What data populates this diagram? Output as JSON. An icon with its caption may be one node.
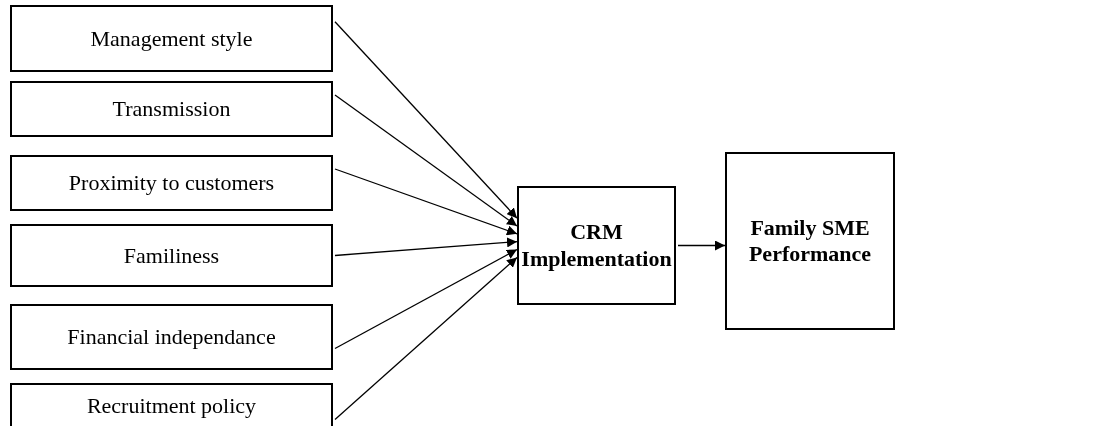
{
  "diagram": {
    "nodes": [
      {
        "text": [
          "Management style"
        ]
      },
      {
        "text": [
          "Transmission"
        ]
      },
      {
        "text": [
          "Proximity to customers"
        ]
      },
      {
        "text": [
          "Familiness"
        ]
      },
      {
        "text": [
          "Financial independance"
        ]
      },
      {
        "text": [
          "Recruitment policy"
        ]
      },
      {
        "text": [
          "CRM Implementation"
        ]
      },
      {
        "text": [
          "Family SME Performance"
        ]
      }
    ],
    "edges": [
      {
        "from": 0,
        "to": 6,
        "arrow": "to"
      },
      {
        "from": 1,
        "to": 6,
        "arrow": "to"
      },
      {
        "from": 2,
        "to": 6,
        "arrow": "to"
      },
      {
        "from": 3,
        "to": 6,
        "arrow": "to"
      },
      {
        "from": 4,
        "to": 6,
        "arrow": "to"
      },
      {
        "from": 5,
        "to": 6,
        "arrow": "to"
      },
      {
        "from": 6,
        "to": 7,
        "arrow": "to"
      }
    ]
  }
}
